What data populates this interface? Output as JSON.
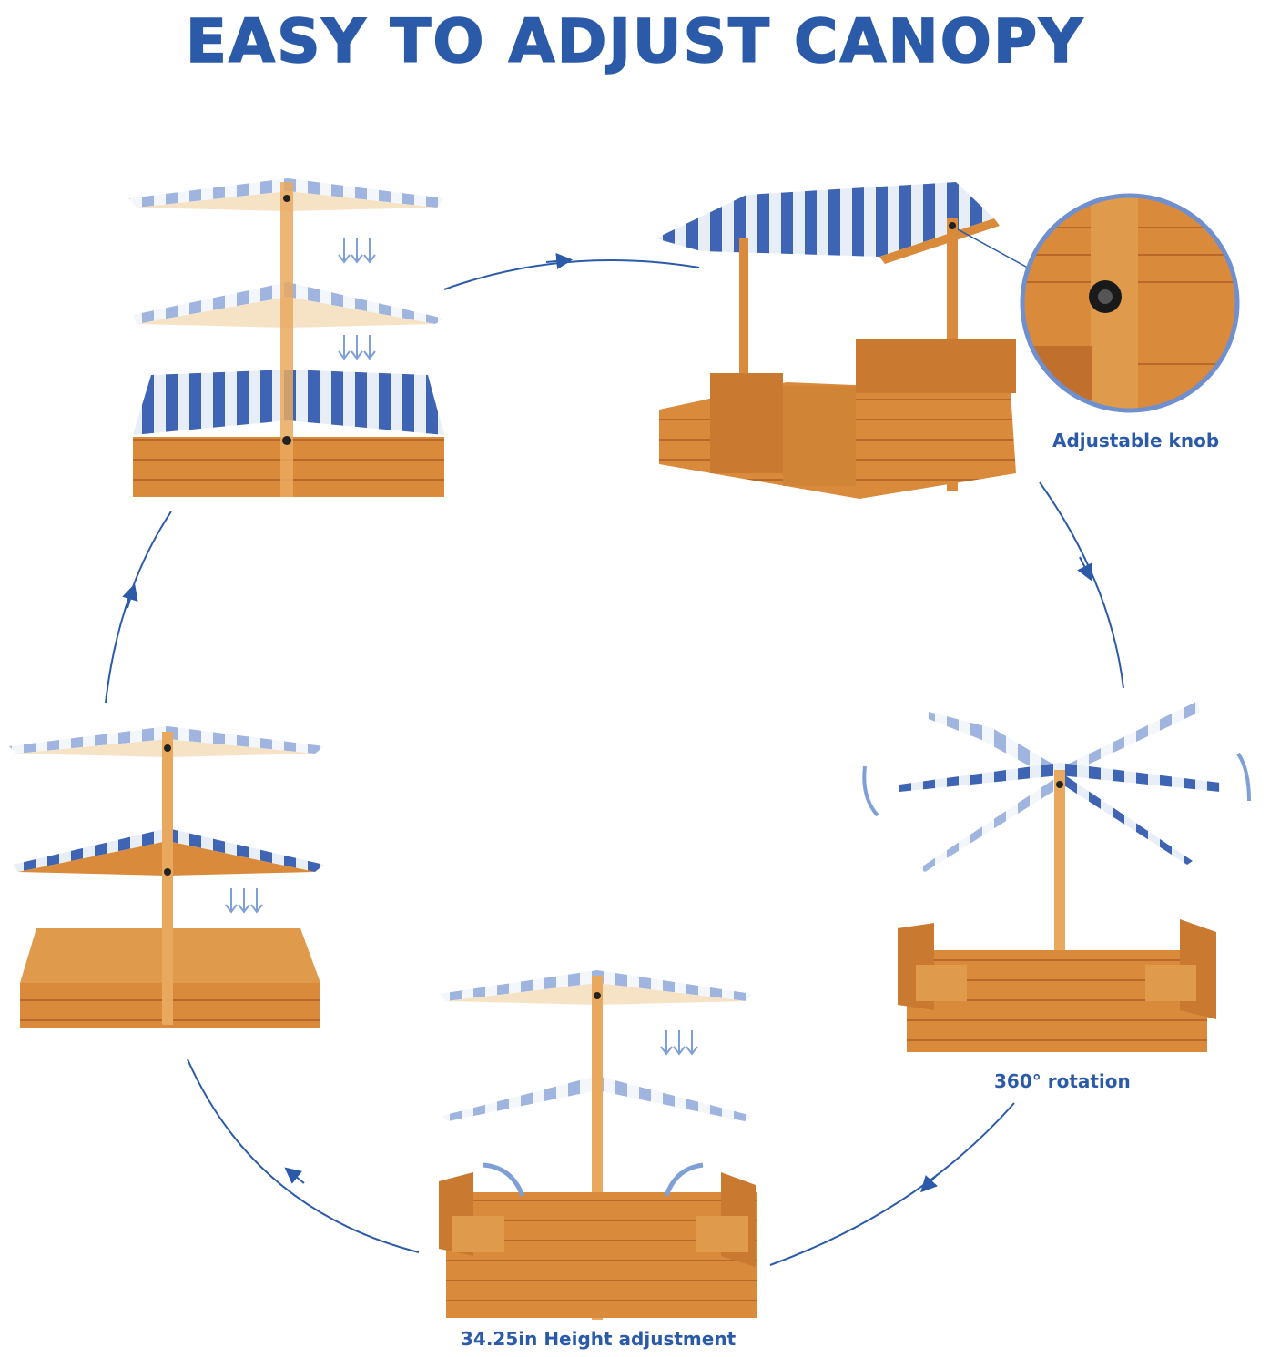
{
  "title": "EASY TO ADJUST CANOPY",
  "captions": {
    "knob": "Adjustable knob",
    "rotation": "360° rotation",
    "height": "34.25in Height adjustment"
  },
  "colors": {
    "accent": "#2b5ba8",
    "wood": "#d98a3a",
    "wood_dark": "#b8692a",
    "stripe_blue": "#3f64b4",
    "stripe_light": "#e8eef8"
  },
  "icons": [
    "down-arrows-icon",
    "cycle-arrow-icon",
    "rotate-arrow-icon",
    "magnifier-circle"
  ]
}
